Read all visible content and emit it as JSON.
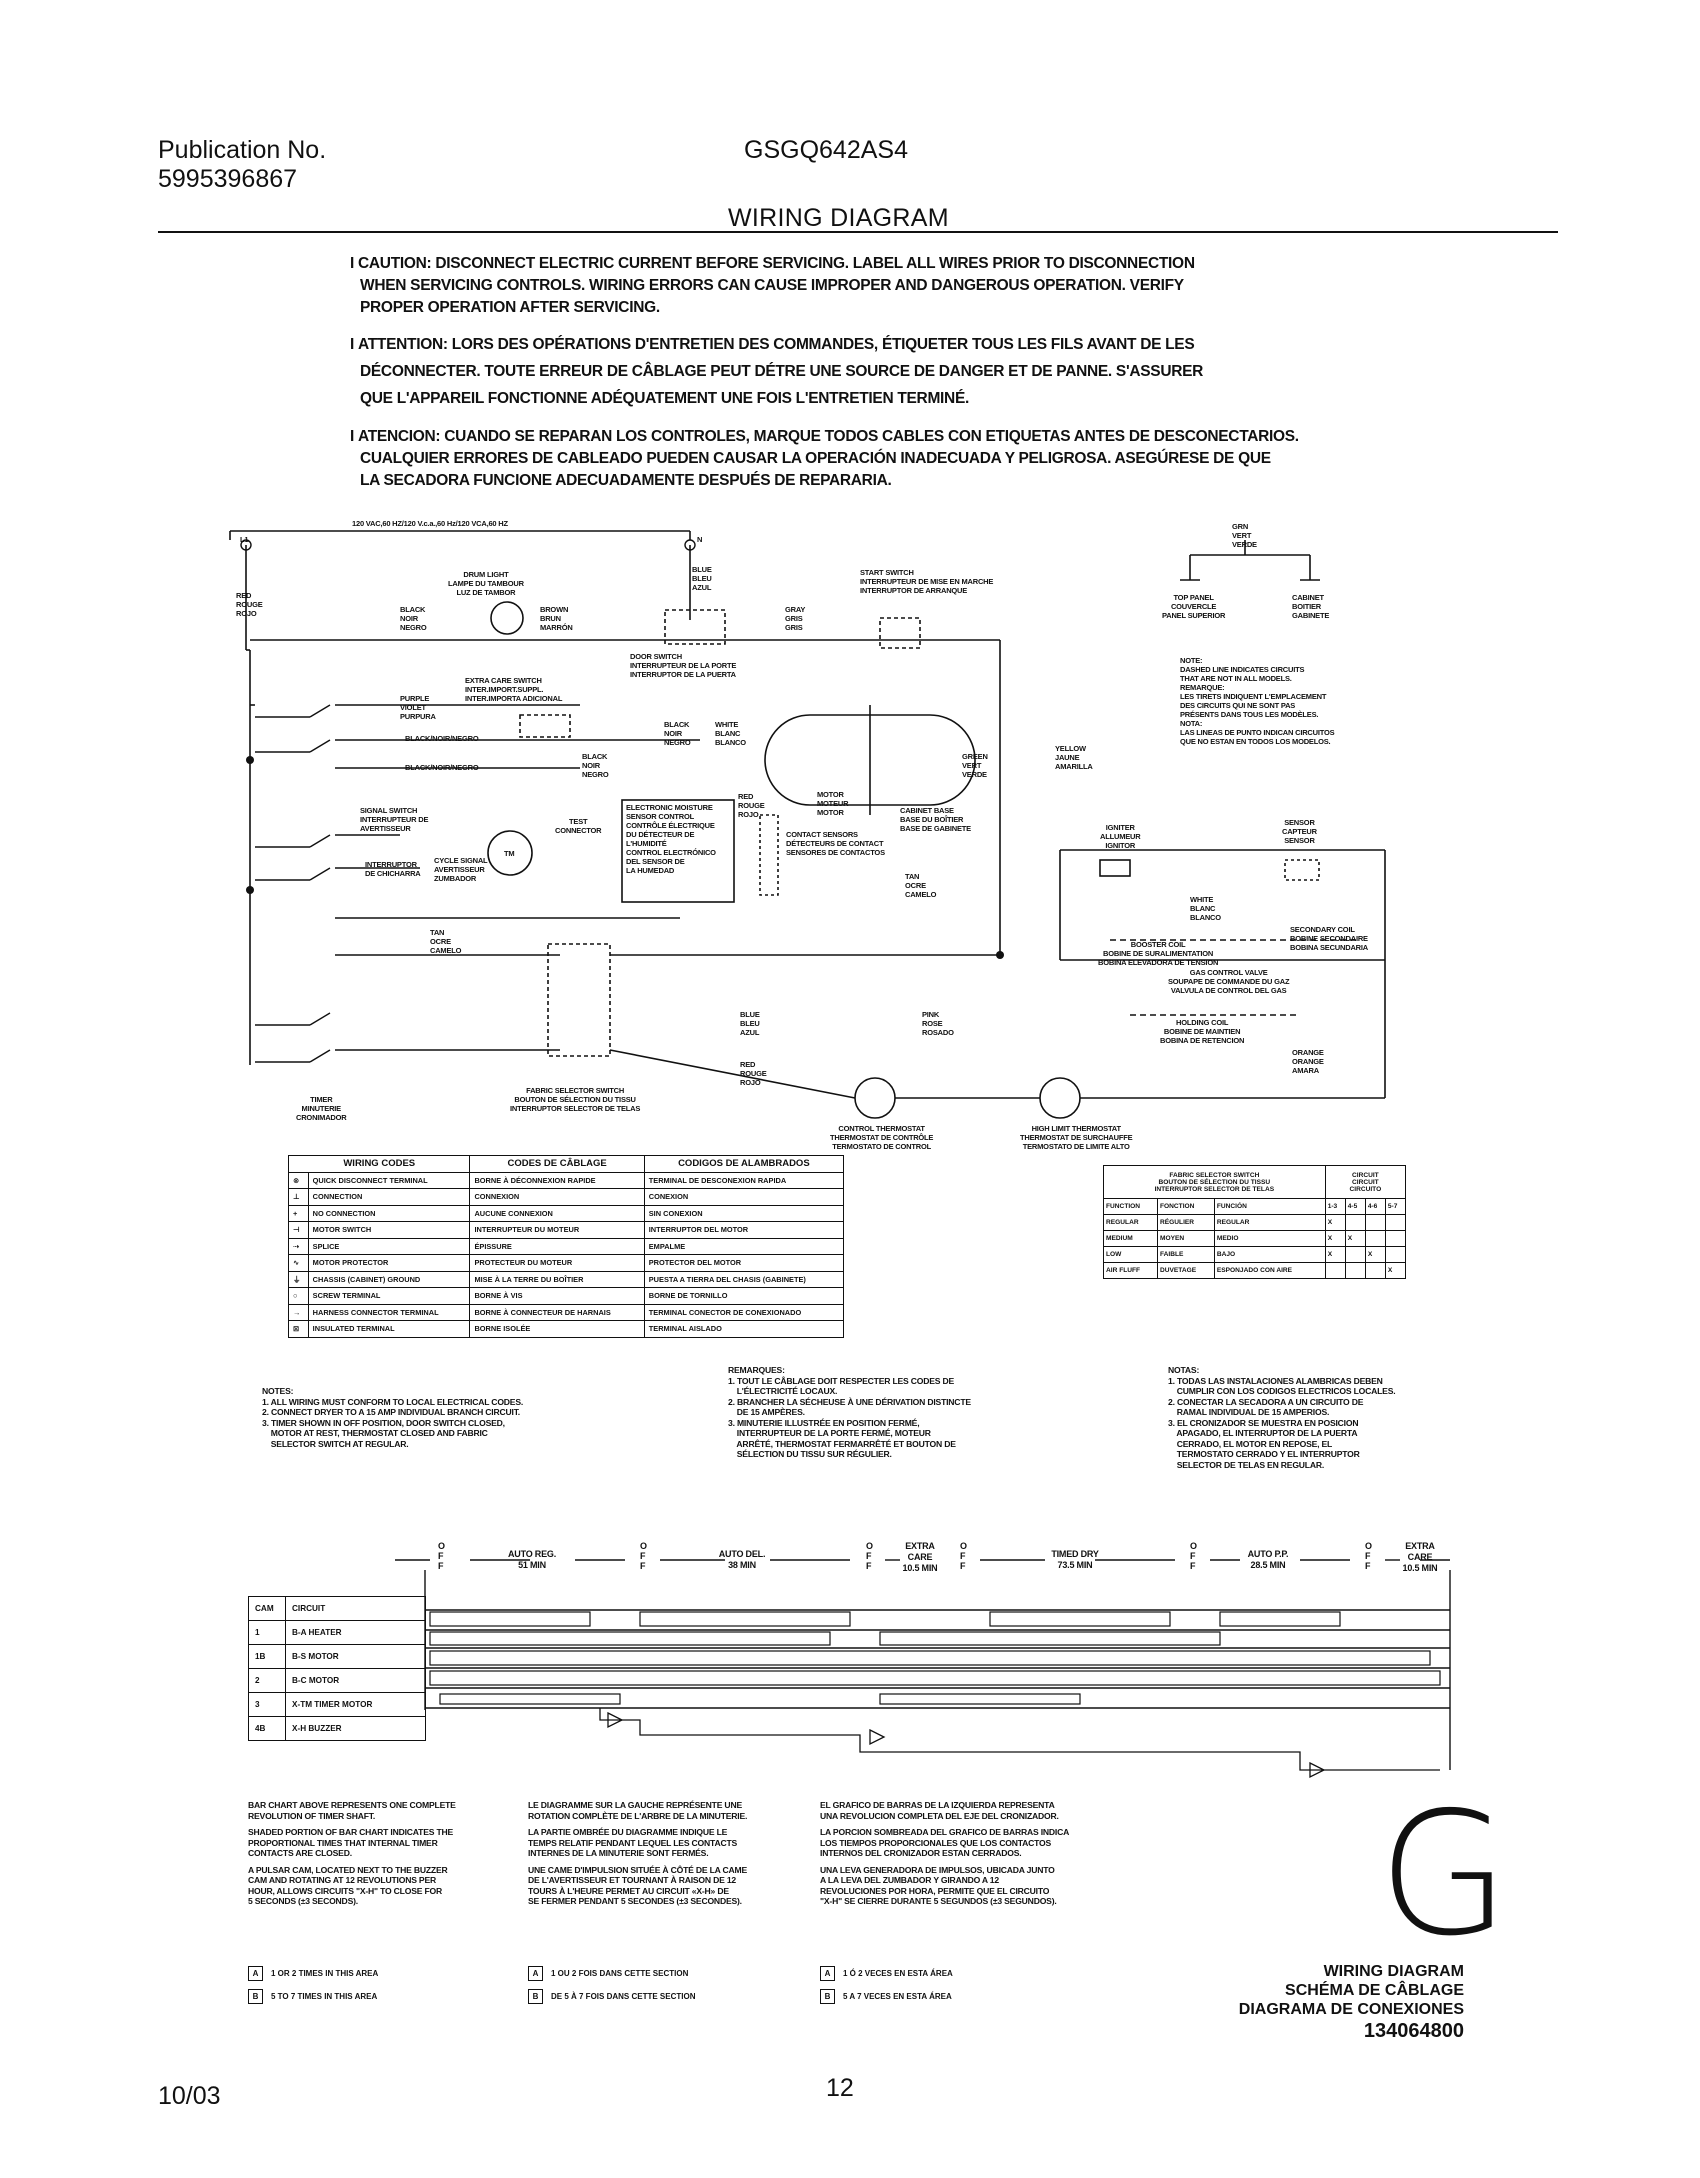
{
  "header": {
    "publication_label": "Publication No.",
    "publication_number": "5995396867",
    "model": "GSGQ642AS4",
    "title": "WIRING DIAGRAM"
  },
  "warnings": [
    {
      "lines": [
        "CAUTION: DISCONNECT ELECTRIC CURRENT BEFORE SERVICING. LABEL ALL WIRES PRIOR TO DISCONNECTION",
        "WHEN SERVICING CONTROLS. WIRING ERRORS CAN CAUSE IMPROPER AND DANGEROUS OPERATION. VERIFY",
        "PROPER OPERATION AFTER SERVICING."
      ]
    },
    {
      "lines": [
        "ATTENTION: LORS DES OPÉRATIONS D'ENTRETIEN DES COMMANDES, ÉTIQUETER TOUS LES FILS AVANT DE LES",
        "DÉCONNECTER. TOUTE ERREUR DE CÂBLAGE PEUT DÉTRE UNE SOURCE DE DANGER ET DE PANNE. S'ASSURER",
        "QUE L'APPAREIL FONCTIONNE ADÉQUATEMENT UNE FOIS L'ENTRETIEN TERMINÉ."
      ]
    },
    {
      "lines": [
        "ATENCION: CUANDO SE REPARAN LOS CONTROLES, MARQUE TODOS CABLES CON ETIQUETAS ANTES DE DESCONECTARIOS.",
        "CUALQUIER ERRORES DE CABLEADO PUEDEN CAUSAR LA OPERACIÓN INADECUADA Y PELIGROSA. ASEGÚRESE DE QUE",
        "LA SECADORA FUNCIONE ADECUADAMENTE DESPUÉS DE REPARARIA."
      ]
    }
  ],
  "diagram_labels": {
    "supply": "120 VAC,60 HZ/120 V.c.a.,60 Hz/120 VCA,60 HZ",
    "l1": "L1",
    "n": "N",
    "red": "RED\nROUGE\nROJO",
    "drum_light": "DRUM LIGHT\nLAMPE DU TAMBOUR\nLUZ DE TAMBOR",
    "black1": "BLACK\nNOIR\nNEGRO",
    "brown": "BROWN\nBRUN\nMARRÓN",
    "blue_top": "BLUE\nBLEU\nAZUL",
    "door_switch": "DOOR SWITCH\nINTERRUPTEUR DE LA PORTE\nINTERRUPTOR DE LA PUERTA",
    "start_switch": "START SWITCH\nINTERRUPTEUR DE MISE EN MARCHE\nINTERRUPTOR DE ARRANQUE",
    "gray": "GRAY\nGRIS\nGRIS",
    "gnd": "GRN\nVERT\nVERDE",
    "top_panel": "TOP PANEL\nCOUVERCLE\nPANEL SUPERIOR",
    "cabinet": "CABINET\nBOITIER\nGABINETE",
    "extra_care": "EXTRA CARE SWITCH\nINTER.IMPORT.SUPPL.\nINTER.IMPORTA ADICIONAL",
    "purple": "PURPLE\nVIOLET\nPURPURA",
    "black_noir": "BLACK/NOIR/NEGRO",
    "black_noir2": "BLACK/NOIR/NEGRO",
    "black2": "BLACK\nNOIR\nNEGRO",
    "white1": "WHITE\nBLANC\nBLANCO",
    "black3": "BLACK\nNOIR\nNEGRO",
    "motor": "MOTOR\nMOTEUR\nMOTOR",
    "cabinet_base": "CABINET BASE\nBASE DU BOÎTIER\nBASE DE GABINETE",
    "green": "GREEN\nVERT\nVERDE",
    "signal_switch": "SIGNAL SWITCH\nINTERRUPTEUR DE\nAVERTISSEUR",
    "buzzer_int": "INTERRUPTOR\nDE CHICHARRA",
    "cycle_signal": "CYCLE SIGNAL\nAVERTISSEUR\nZUMBADOR",
    "test_conn": "TEST\nCONNECTOR",
    "emc": "ELECTRONIC MOISTURE\nSENSOR CONTROL\nCONTRÔLE ÉLECTRIQUE\nDU DÉTECTEUR DE\nL'HUMIDITÉ\nCONTROL ELECTRÓNICO\nDEL SENSOR DE\nLA HUMEDAD",
    "red_rouge": "RED\nROUGE\nROJO",
    "sensors": "CONTACT SENSORS\nDÉTECTEURS DE CONTACT\nSENSORES DE CONTACTOS",
    "tan1": "TAN\nOCRE\nCAMELO",
    "tan2": "TAN\nOCRE\nCAMELO",
    "tm": "TM",
    "yellow": "YELLOW\nJAUNE\nAMARILLA",
    "igniter": "IGNITER\nALLUMEUR\nIGNITOR",
    "sensor": "SENSOR\nCAPTEUR\nSENSOR",
    "white2": "WHITE\nBLANC\nBLANCO",
    "booster": "BOOSTER COIL\nBOBINE DE SURALIMENTATION\nBOBINA ELEVADORA DE TENSION",
    "secondary": "SECONDARY COIL\nBOBINE SECONDAIRE\nBOBINA SECUNDARIA",
    "gas_valve": "GAS CONTROL VALVE\nSOUPAPE DE COMMANDE DU GAZ\nVALVULA DE CONTROL DEL GAS",
    "holding": "HOLDING COIL\nBOBINE DE MAINTIEN\nBOBINA DE RETENCION",
    "orange": "ORANGE\nORANGE\nAMARA",
    "pink": "PINK\nROSE\nROSADO",
    "blue2": "BLUE\nBLEU\nAZUL",
    "red2": "RED\nROUGE\nROJO",
    "control_thermo": "CONTROL THERMOSTAT\nTHERMOSTAT DE CONTRÔLE\nTERMOSTATO DE CONTROL",
    "high_limit": "HIGH LIMIT THERMOSTAT\nTHERMOSTAT DE SURCHAUFFE\nTERMOSTATO DE LIMITE ALTO",
    "fabric_sel": "FABRIC SELECTOR SWITCH\nBOUTON DE SÉLECTION DU TISSU\nINTERRUPTOR SELECTOR DE TELAS",
    "timer": "TIMER\nMINUTERIE\nCRONIMADOR",
    "dashed_note": "NOTE:\nDASHED LINE INDICATES CIRCUITS\nTHAT ARE NOT IN ALL MODELS.\nREMARQUE:\nLES TIRETS INDIQUENT L'EMPLACEMENT\nDES CIRCUITS QUI NE SONT PAS\nPRÉSENTS DANS TOUS LES MODÈLES.\nNOTA:\nLAS LINEAS DE PUNTO INDICAN CIRCUITOS\nQUE NO ESTAN EN TODOS LOS MODELOS."
  },
  "wiring_codes": {
    "headers": [
      "WIRING CODES",
      "CODES DE CÂBLAGE",
      "CODIGOS DE ALAMBRADOS"
    ],
    "rows": [
      {
        "sym": "⊗",
        "en": "QUICK DISCONNECT TERMINAL",
        "fr": "BORNE À DÉCONNEXION RAPIDE",
        "es": "TERMINAL DE DESCONEXION RAPIDA"
      },
      {
        "sym": "⊥",
        "en": "CONNECTION",
        "fr": "CONNEXION",
        "es": "CONEXION"
      },
      {
        "sym": "+",
        "en": "NO CONNECTION",
        "fr": "AUCUNE CONNEXION",
        "es": "SIN CONEXION"
      },
      {
        "sym": "⊣",
        "en": "MOTOR SWITCH",
        "fr": "INTERRUPTEUR DU MOTEUR",
        "es": "INTERRUPTOR DEL MOTOR"
      },
      {
        "sym": "⇢",
        "en": "SPLICE",
        "fr": "ÉPISSURE",
        "es": "EMPALME"
      },
      {
        "sym": "∿",
        "en": "MOTOR PROTECTOR",
        "fr": "PROTECTEUR DU MOTEUR",
        "es": "PROTECTOR DEL MOTOR"
      },
      {
        "sym": "⏚",
        "en": "CHASSIS (CABINET) GROUND",
        "fr": "MISE À LA TERRE DU BOÎTIER",
        "es": "PUESTA A TIERRA DEL CHASIS (GABINETE)"
      },
      {
        "sym": "○",
        "en": "SCREW TERMINAL",
        "fr": "BORNE À VIS",
        "es": "BORNE DE TORNILLO"
      },
      {
        "sym": "→",
        "en": "HARNESS CONNECTOR TERMINAL",
        "fr": "BORNE À CONNECTEUR DE HARNAIS",
        "es": "TERMINAL CONECTOR DE CONEXIONADO"
      },
      {
        "sym": "⊠",
        "en": "INSULATED TERMINAL",
        "fr": "BORNE ISOLÉE",
        "es": "TERMINAL AISLADO"
      }
    ]
  },
  "fabric_table": {
    "head_left": "FABRIC SELECTOR SWITCH\nBOUTON DE SÉLECTION DU TISSU\nINTERRUPTOR SELECTOR DE TELAS",
    "head_right": "CIRCUIT\nCIRCUIT\nCIRCUITO",
    "cols": [
      "FUNCTION",
      "FONCTION",
      "FUNCIÓN",
      "1-3",
      "4-5",
      "4-6",
      "5-7"
    ],
    "rows": [
      [
        "REGULAR",
        "RÉGULIER",
        "REGULAR",
        "X",
        "",
        "",
        ""
      ],
      [
        "MEDIUM",
        "MOYEN",
        "MEDIO",
        "X",
        "X",
        "",
        ""
      ],
      [
        "LOW",
        "FAIBLE",
        "BAJO",
        "X",
        "",
        "X",
        ""
      ],
      [
        "AIR FLUFF",
        "DUVETAGE",
        "ESPONJADO CON AIRE",
        "",
        "",
        "",
        "X"
      ]
    ]
  },
  "notes": {
    "en": [
      "NOTES:",
      "1. ALL WIRING MUST CONFORM TO LOCAL ELECTRICAL CODES.",
      "2. CONNECT DRYER TO A 15 AMP INDIVIDUAL BRANCH CIRCUIT.",
      "3. TIMER SHOWN IN OFF POSITION, DOOR SWITCH CLOSED,",
      "    MOTOR AT REST, THERMOSTAT CLOSED AND FABRIC",
      "    SELECTOR SWITCH AT REGULAR."
    ],
    "fr": [
      "REMARQUES:",
      "1. TOUT LE CÂBLAGE DOIT RESPECTER LES CODES DE",
      "    L'ÉLECTRICITÉ LOCAUX.",
      "2. BRANCHER LA SÉCHEUSE À UNE DÉRIVATION DISTINCTE",
      "    DE 15 AMPÈRES.",
      "3. MINUTERIE ILLUSTRÉE EN POSITION FERMÉ,",
      "    INTERRUPTEUR DE LA PORTE FERMÉ, MOTEUR",
      "    ARRÊTÉ, THERMOSTAT FERMARRÊTÉ ET BOUTON DE",
      "    SÉLECTION DU TISSU SUR RÉGULIER."
    ],
    "es": [
      "NOTAS:",
      "1. TODAS LAS INSTALACIONES ALAMBRICAS DEBEN",
      "    CUMPLIR CON LOS CODIGOS ELECTRICOS LOCALES.",
      "2. CONECTAR LA SECADORA A UN CIRCUITO DE",
      "    RAMAL INDIVIDUAL DE 15 AMPERIOS.",
      "3. EL CRONIZADOR SE MUESTRA EN POSICION",
      "    APAGADO, EL INTERRUPTOR DE LA PUERTA",
      "    CERRADO, EL MOTOR EN REPOSE, EL",
      "    TERMOSTATO CERRADO Y EL INTERRUPTOR",
      "    SELECTOR DE TELAS EN REGULAR."
    ]
  },
  "timer_chart": {
    "off_label": "O\nF\nF",
    "cycles": [
      {
        "name": "AUTO REG.",
        "time": "51 MIN"
      },
      {
        "name": "AUTO DEL.",
        "time": "38 MIN"
      },
      {
        "name": "EXTRA\nCARE",
        "time": "10.5 MIN"
      },
      {
        "name": "TIMED DRY",
        "time": "73.5 MIN"
      },
      {
        "name": "AUTO P.P.",
        "time": "28.5 MIN"
      },
      {
        "name": "EXTRA\nCARE",
        "time": "10.5 MIN"
      }
    ],
    "cam_header": [
      "CAM",
      "CIRCUIT"
    ],
    "cams": [
      {
        "cam": "1",
        "circuit": "B-A HEATER"
      },
      {
        "cam": "1B",
        "circuit": "B-S MOTOR"
      },
      {
        "cam": "2",
        "circuit": "B-C MOTOR"
      },
      {
        "cam": "3",
        "circuit": "X-TM TIMER MOTOR"
      },
      {
        "cam": "4B",
        "circuit": "X-H BUZZER"
      }
    ]
  },
  "explain": {
    "en": [
      "BAR CHART ABOVE REPRESENTS ONE COMPLETE",
      "REVOLUTION OF TIMER SHAFT.",
      "",
      "SHADED PORTION OF BAR CHART INDICATES THE",
      "PROPORTIONAL TIMES THAT INTERNAL TIMER",
      "CONTACTS ARE CLOSED.",
      "",
      "A PULSAR CAM, LOCATED NEXT TO THE BUZZER",
      "CAM AND ROTATING AT 12 REVOLUTIONS PER",
      "HOUR, ALLOWS CIRCUITS \"X-H\" TO CLOSE FOR",
      "5 SECONDS (±3 SECONDS)."
    ],
    "fr": [
      "LE DIAGRAMME SUR LA GAUCHE REPRÉSENTE UNE",
      "ROTATION COMPLÈTE DE L'ARBRE DE LA MINUTERIE.",
      "",
      "LA PARTIE OMBRÉE DU DIAGRAMME INDIQUE LE",
      "TEMPS RELATIF PENDANT LEQUEL LES CONTACTS",
      "INTERNES DE LA MINUTERIE SONT FERMÉS.",
      "",
      "UNE CAME D'IMPULSION SITUÉE À CÔTÉ DE LA CAME",
      "DE L'AVERTISSEUR ET TOURNANT À RAISON DE 12",
      "TOURS À L'HEURE PERMET AU CIRCUIT «X-H» DE",
      "SE FERMER PENDANT 5 SECONDES (±3 SECONDES)."
    ],
    "es": [
      "EL GRAFICO DE BARRAS DE LA IZQUIERDA REPRESENTA",
      "UNA REVOLUCION COMPLETA DEL EJE DEL CRONIZADOR.",
      "",
      "LA PORCION SOMBREADA DEL GRAFICO DE BARRAS INDICA",
      "LOS TIEMPOS PROPORCIONALES QUE LOS CONTACTOS",
      "INTERNOS DEL CRONIZADOR ESTAN CERRADOS.",
      "",
      "UNA LEVA GENERADORA DE IMPULSOS, UBICADA JUNTO",
      "A LA LEVA DEL ZUMBADOR Y GIRANDO A 12",
      "REVOLUCIONES POR HORA, PERMITE QUE EL CIRCUITO",
      "\"X-H\" SE CIERRE DURANTE 5 SEGUNDOS (±3 SEGUNDOS)."
    ]
  },
  "legend": {
    "a_icon": "A",
    "b_icon": "B",
    "en_a": "1 OR 2 TIMES IN THIS AREA",
    "en_b": "5 TO 7 TIMES IN THIS AREA",
    "fr_a": "1 OU 2 FOIS DANS CETTE SECTION",
    "fr_b": "DE 5 À 7 FOIS DANS CETTE SECTION",
    "es_a": "1 Ó 2 VECES EN ESTA ÁREA",
    "es_b": "5 A 7 VECES EN ESTA ÁREA"
  },
  "footer": {
    "big_letter": "G",
    "diagram_en": "WIRING DIAGRAM",
    "diagram_fr": "SCHÉMA DE CÂBLAGE",
    "diagram_es": "DIAGRAMA DE CONEXIONES",
    "part_number": "134064800",
    "date": "10/03",
    "page": "12"
  }
}
